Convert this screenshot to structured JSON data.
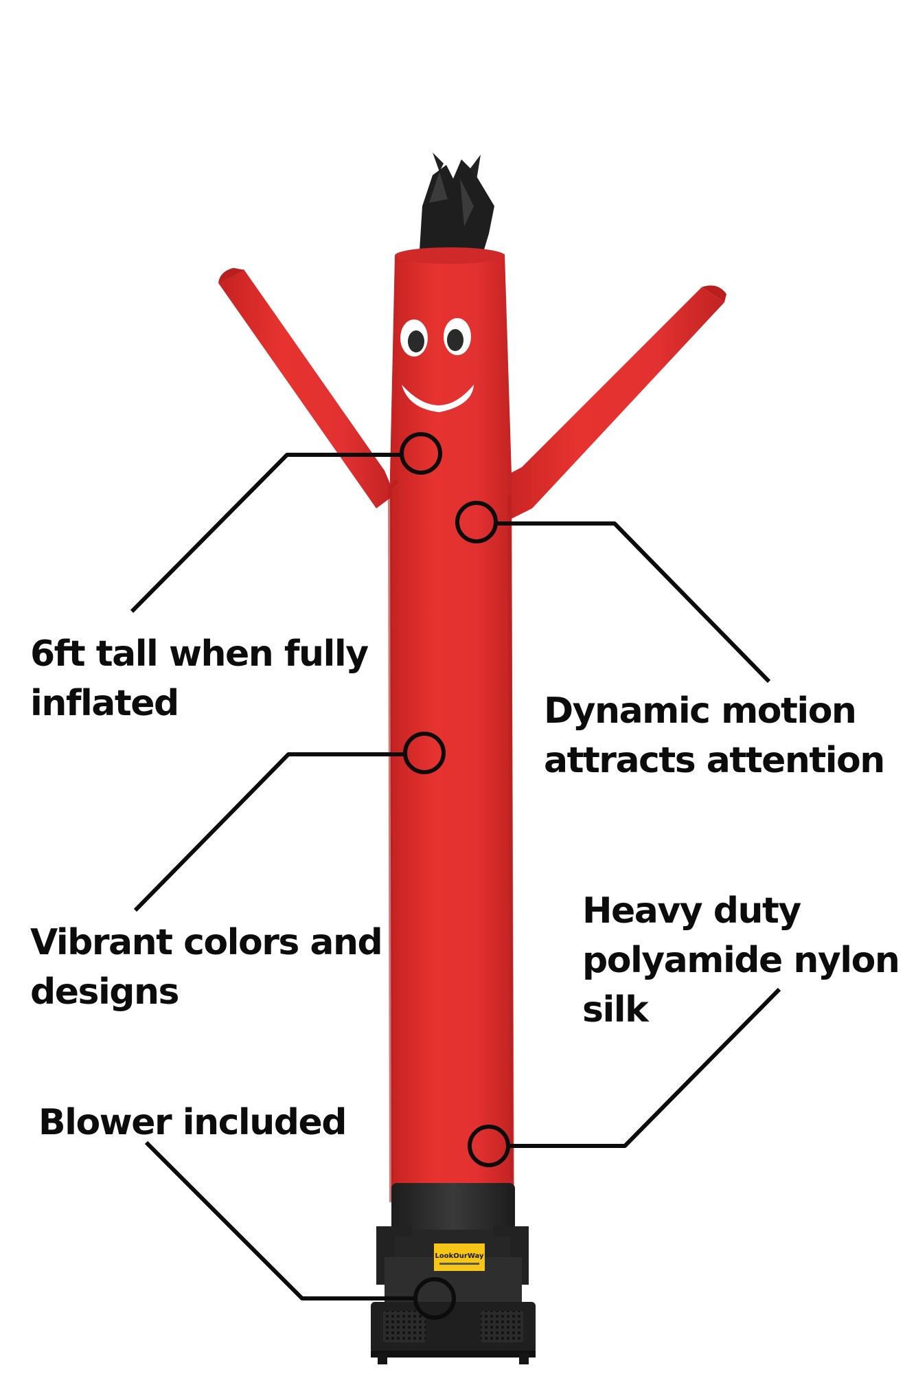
{
  "callouts": {
    "height": {
      "line1": "6ft tall when fully",
      "line2": "inflated"
    },
    "motion": {
      "line1": "Dynamic motion",
      "line2": "attracts attention"
    },
    "colors": {
      "line1": "Vibrant colors and",
      "line2": "designs"
    },
    "material": {
      "line1": "Heavy duty",
      "line2": "polyamide nylon",
      "line3": "silk"
    },
    "blower": {
      "line1": "Blower included"
    }
  },
  "blower_label": {
    "brand": "LookOurWay"
  },
  "colors": {
    "tube": "#e0302f",
    "tube_shade": "#c52424",
    "base": "#2a2a2a",
    "callout_line": "#0c0c0c",
    "label_tag": "#f5c518"
  },
  "icons": {
    "face": "smiley-face-icon",
    "streamer": "streamer-icon",
    "blower": "blower-fan-icon"
  }
}
